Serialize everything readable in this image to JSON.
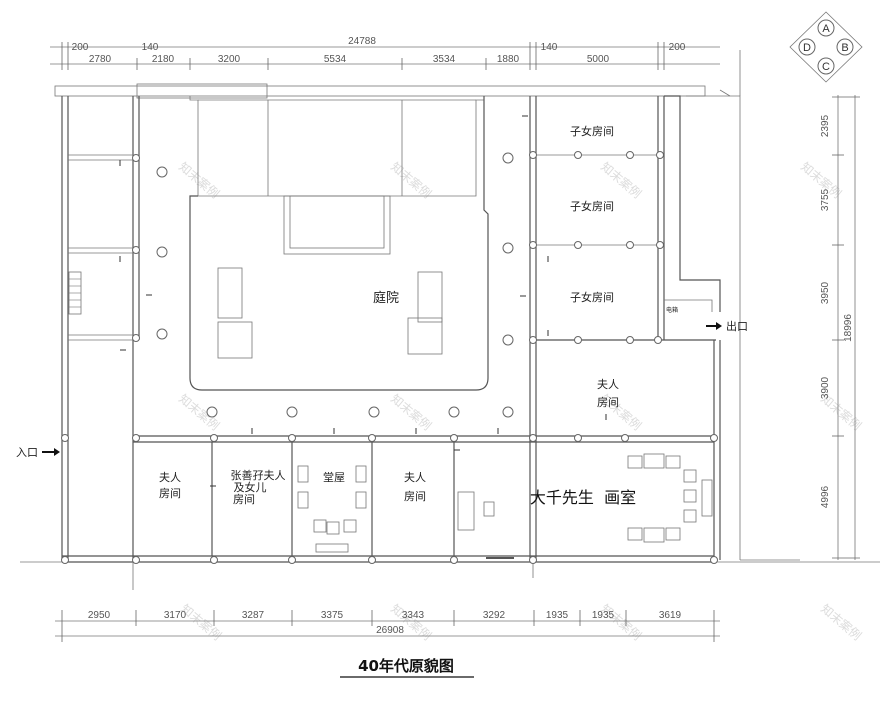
{
  "compass": {
    "a": "A",
    "b": "B",
    "c": "C",
    "d": "D"
  },
  "dims": {
    "top_total": "24788",
    "top_row1": [
      "200",
      "140",
      "140",
      "200"
    ],
    "top_row2": [
      "2780",
      "2180",
      "3200",
      "5534",
      "3534",
      "1880",
      "5000"
    ],
    "right_total": "18996",
    "right_segments": [
      "2395",
      "3755",
      "3950",
      "3900",
      "4996"
    ],
    "bottom_segments": [
      "2950",
      "3170",
      "3287",
      "3375",
      "3343",
      "3292",
      "1935",
      "1935",
      "3619"
    ],
    "bottom_total": "26908"
  },
  "rooms": {
    "courtyard": "庭院",
    "child1": "子女房间",
    "child2": "子女房间",
    "child3": "子女房间",
    "wife_right_l1": "夫人",
    "wife_right_l2": "房间",
    "wife_left_l1": "夫人",
    "wife_left_l2": "房间",
    "zhang_l1": "张善孖夫人",
    "zhang_l2": "及女儿",
    "zhang_l3": "房间",
    "hall": "堂屋",
    "wife_mid_l1": "夫人",
    "wife_mid_l2": "房间",
    "studio": "大千先生  画室",
    "electric": "电箱"
  },
  "labels": {
    "entrance": "入口",
    "exit": "出口",
    "caption": "40年代原貌图",
    "watermark": "知末案例"
  }
}
